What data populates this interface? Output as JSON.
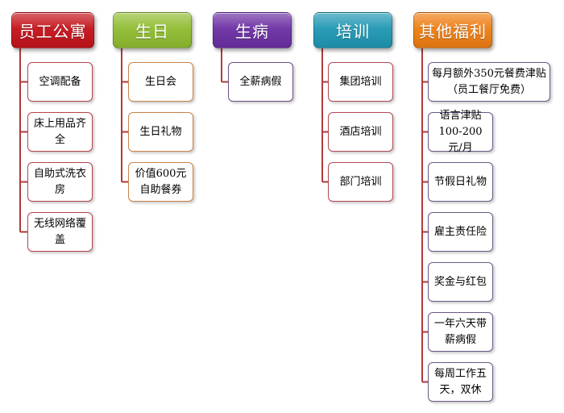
{
  "categories": [
    {
      "title": "员工公寓",
      "color": "#c4121a",
      "border": "#b7454a",
      "items": [
        "空调配备",
        "床上用品齐全",
        "自助式洗衣房",
        "无线网络覆盖"
      ]
    },
    {
      "title": "生日",
      "color": "#8fbc30",
      "border": "#c9844a",
      "items": [
        "生日会",
        "生日礼物",
        "价值600元自助餐券"
      ]
    },
    {
      "title": "生病",
      "color": "#6b2fa3",
      "border": "#6e4f82",
      "items": [
        "全薪病假"
      ]
    },
    {
      "title": "培训",
      "color": "#1f97b3",
      "border": "#b14a55",
      "items": [
        "集团培训",
        "酒店培训",
        "部门培训"
      ]
    },
    {
      "title": "其他福利",
      "color": "#ee7d12",
      "border": "#6b5a86",
      "items": [
        "每月额外350元餐费津贴（员工餐厅免费）",
        "语言津贴100-200元/月",
        "节假日礼物",
        "雇主责任险",
        "奖金与红包",
        "一年六天带薪病假",
        "每周工作五天，双休"
      ]
    }
  ]
}
